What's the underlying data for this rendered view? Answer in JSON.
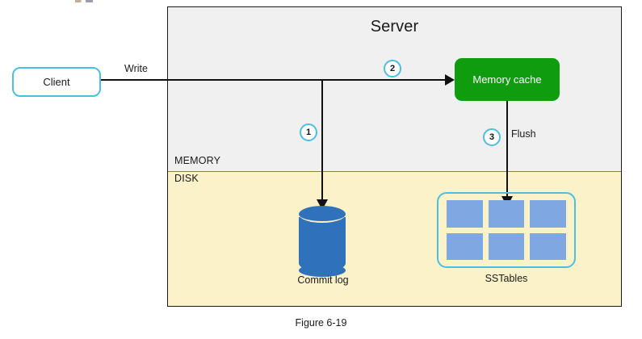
{
  "figure": {
    "caption": "Figure 6-19"
  },
  "server": {
    "title": "Server",
    "zones": {
      "memory_label": "MEMORY",
      "disk_label": "DISK",
      "memory_fill": "#f0f0f0",
      "disk_fill": "#fbf2c9"
    }
  },
  "nodes": {
    "client": {
      "label": "Client",
      "border_color": "#4fbde0",
      "fill": "#ffffff"
    },
    "memory_cache": {
      "label": "Memory cache",
      "fill": "#0f9d0f",
      "text_color": "#ffffff"
    },
    "commit_log": {
      "label": "Commit log",
      "fill": "#2f72bb",
      "shape": "cylinder-icon"
    },
    "sstables": {
      "label": "SSTables",
      "border_color": "#4fbde0",
      "cell_fill": "#7fa8e2",
      "cells": [
        "sstable-1",
        "sstable-2",
        "sstable-3",
        "sstable-4",
        "sstable-5",
        "sstable-6"
      ]
    }
  },
  "edges": {
    "write_label": "Write",
    "flush_label": "Flush"
  },
  "steps": [
    {
      "number": "1",
      "target": "commit-log"
    },
    {
      "number": "2",
      "target": "memory-cache"
    },
    {
      "number": "3",
      "target": "sstables"
    }
  ],
  "colors": {
    "accent_cyan": "#4fbde0",
    "green": "#0f9d0f",
    "blue": "#2f72bb",
    "light_blue": "#7fa8e2",
    "line": "#111111"
  }
}
